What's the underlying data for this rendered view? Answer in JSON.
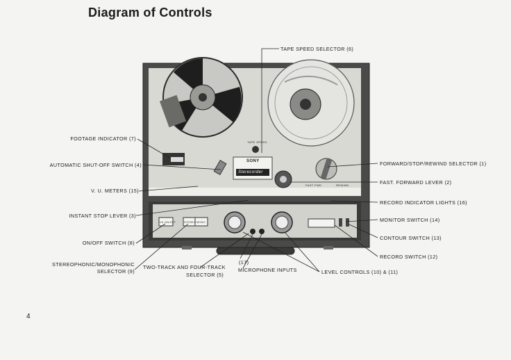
{
  "page": {
    "title": "Diagram of Controls",
    "page_number": "4"
  },
  "device": {
    "brand": "SONY",
    "model_badge": "Sterecorder",
    "panel_text_tape_speed": "TAPE SPEED",
    "panel_text_fast_fwd": "FAST FWD",
    "panel_text_rewind": "REWIND",
    "switch_text_1": "VU ON/OFF",
    "switch_text_2": "STEREO",
    "switch_text_3": "MONO"
  },
  "callouts": {
    "tape_speed_selector": "TAPE SPEED SELECTOR (6)",
    "footage_indicator": "FOOTAGE INDICATOR (7)",
    "auto_shutoff": "AUTOMATIC SHUT-OFF SWITCH (4)",
    "vu_meters": "V. U. METERS (15)",
    "instant_stop": "INSTANT STOP LEVER (3)",
    "on_off": "ON/OFF SWITCH (8)",
    "stereo_mono_line1": "STEREOPHONIC/MONOPHONIC",
    "stereo_mono_line2": "SELECTOR (9)",
    "two_four_line1": "TWO-TRACK AND FOUR-TRACK",
    "two_four_line2": "SELECTOR (5)",
    "seventeen": "(17)",
    "microphone_inputs": "MICROPHONE INPUTS",
    "level_controls": "LEVEL CONTROLS (10) & (11)",
    "forward_stop_rewind": "FORWARD/STOP/REWIND SELECTOR (1)",
    "fast_forward": "FAST. FORWARD LEVER (2)",
    "record_indicator": "RECORD INDICATOR LIGHTS (16)",
    "monitor_switch": "MONITOR SWITCH (14)",
    "contour_switch": "CONTOUR SWITCH (13)",
    "record_switch": "RECORD SWITCH (12)"
  }
}
